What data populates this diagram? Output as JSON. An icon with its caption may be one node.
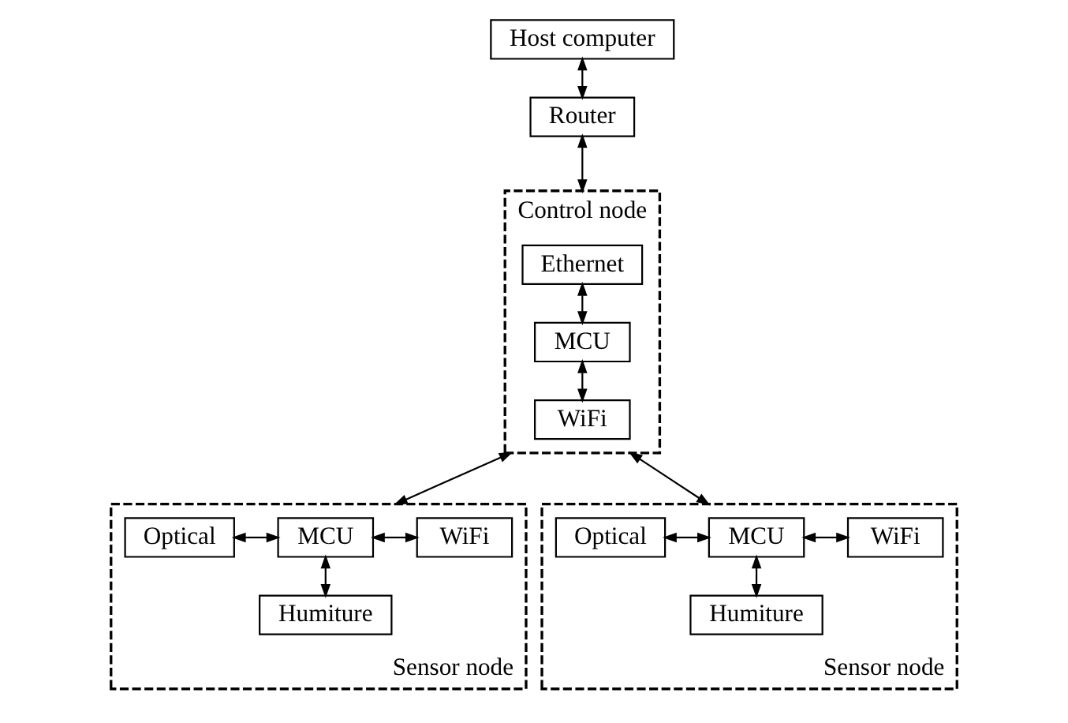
{
  "diagram": {
    "nodes": [
      {
        "text": [
          "Host computer"
        ]
      },
      {
        "text": [
          "Router"
        ]
      },
      {
        "text": [
          "Control node"
        ]
      },
      {
        "text": [
          "Ethernet"
        ],
        "in": 2
      },
      {
        "text": [
          "MCU"
        ],
        "in": 2
      },
      {
        "text": [
          "WiFi"
        ],
        "in": 2
      },
      {
        "text": [
          "Sensor node"
        ]
      },
      {
        "text": [
          "Optical"
        ],
        "in": 6
      },
      {
        "text": [
          "MCU"
        ],
        "in": 6
      },
      {
        "text": [
          "WiFi"
        ],
        "in": 6
      },
      {
        "text": [
          "Humiture"
        ],
        "in": 6
      },
      {
        "text": [
          "Sensor node"
        ]
      },
      {
        "text": [
          "Optical"
        ],
        "in": 11
      },
      {
        "text": [
          "MCU"
        ],
        "in": 11
      },
      {
        "text": [
          "WiFi"
        ],
        "in": 11
      },
      {
        "text": [
          "Humiture"
        ],
        "in": 11
      }
    ],
    "edges": [
      {
        "from": 0,
        "to": 1,
        "arrow": "both"
      },
      {
        "from": 1,
        "to": 2,
        "arrow": "both"
      },
      {
        "from": 3,
        "to": 4,
        "arrow": "both"
      },
      {
        "from": 4,
        "to": 5,
        "arrow": "both"
      },
      {
        "from": 2,
        "to": 6,
        "arrow": "both"
      },
      {
        "from": 2,
        "to": 11,
        "arrow": "both"
      },
      {
        "from": 7,
        "to": 8,
        "arrow": "both"
      },
      {
        "from": 8,
        "to": 9,
        "arrow": "both"
      },
      {
        "from": 8,
        "to": 10,
        "arrow": "both"
      },
      {
        "from": 12,
        "to": 13,
        "arrow": "both"
      },
      {
        "from": 13,
        "to": 14,
        "arrow": "both"
      },
      {
        "from": 13,
        "to": 15,
        "arrow": "both"
      }
    ]
  }
}
